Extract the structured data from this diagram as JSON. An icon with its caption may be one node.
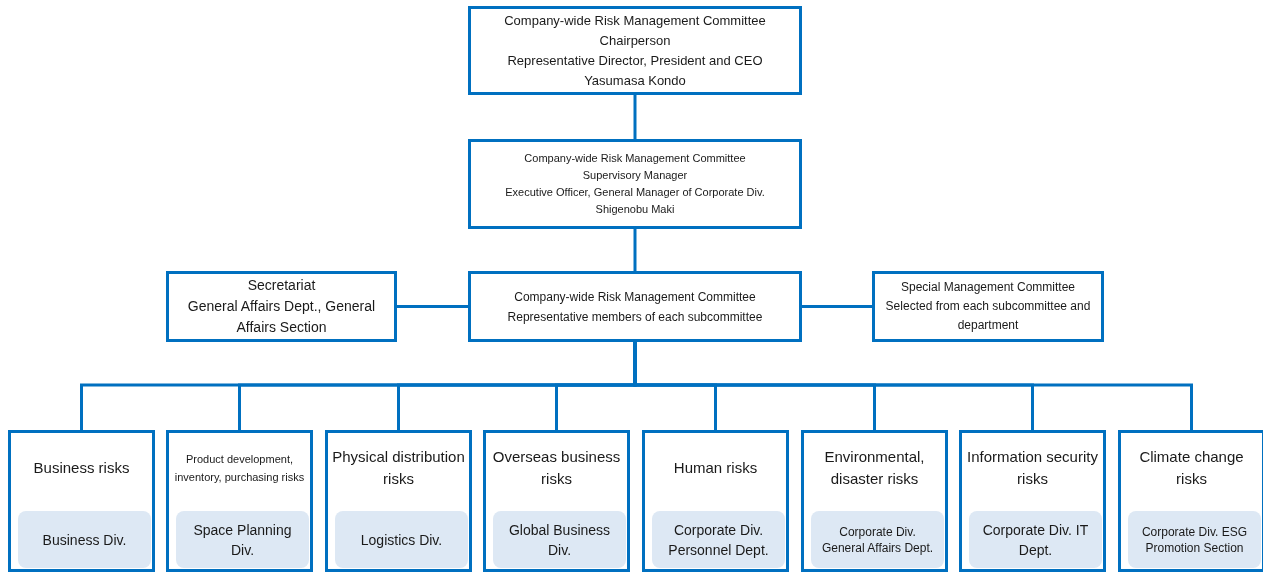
{
  "diagram": {
    "nodes": [
      {
        "text": [
          "Company-wide Risk Management Committee",
          "Chairperson",
          "Representative Director, President and CEO",
          "Yasumasa Kondo"
        ]
      },
      {
        "text": [
          "Company-wide Risk Management Committee",
          "Supervisory Manager",
          "Executive Officer, General Manager of Corporate Div.",
          "Shigenobu Maki"
        ]
      },
      {
        "text": [
          "Secretariat",
          "General Affairs Dept., General Affairs Section"
        ]
      },
      {
        "text": [
          "Company-wide Risk Management Committee",
          "Representative members of each subcommittee"
        ]
      },
      {
        "text": [
          "Special Management Committee",
          "Selected from each subcommittee and department"
        ]
      },
      {
        "text": [
          "Business risks"
        ]
      },
      {
        "text": [
          "Business Div."
        ],
        "in": 5
      },
      {
        "text": [
          "Product development, inventory, purchasing risks"
        ]
      },
      {
        "text": [
          "Space Planning Div."
        ],
        "in": 7
      },
      {
        "text": [
          "Physical distribution risks"
        ]
      },
      {
        "text": [
          "Logistics Div."
        ],
        "in": 9
      },
      {
        "text": [
          "Overseas business risks"
        ]
      },
      {
        "text": [
          "Global Business Div."
        ],
        "in": 11
      },
      {
        "text": [
          "Human risks"
        ]
      },
      {
        "text": [
          "Corporate Div. Personnel Dept."
        ],
        "in": 13
      },
      {
        "text": [
          "Environmental, disaster risks"
        ]
      },
      {
        "text": [
          "Corporate Div. General Affairs Dept."
        ],
        "in": 15
      },
      {
        "text": [
          "Information security risks"
        ]
      },
      {
        "text": [
          "Corporate Div. IT Dept."
        ],
        "in": 17
      },
      {
        "text": [
          "Climate change risks"
        ]
      },
      {
        "text": [
          "Corporate Div. ESG Promotion Section"
        ],
        "in": 19
      }
    ],
    "edges": [
      {
        "from": 0,
        "to": 1,
        "arrow": "none"
      },
      {
        "from": 1,
        "to": 3,
        "arrow": "none"
      },
      {
        "from": 3,
        "to": 2,
        "arrow": "none"
      },
      {
        "from": 3,
        "to": 4,
        "arrow": "none"
      },
      {
        "from": 3,
        "to": 5,
        "arrow": "none"
      },
      {
        "from": 3,
        "to": 7,
        "arrow": "none"
      },
      {
        "from": 3,
        "to": 9,
        "arrow": "none"
      },
      {
        "from": 3,
        "to": 11,
        "arrow": "none"
      },
      {
        "from": 3,
        "to": 13,
        "arrow": "none"
      },
      {
        "from": 3,
        "to": 15,
        "arrow": "none"
      },
      {
        "from": 3,
        "to": 17,
        "arrow": "none"
      },
      {
        "from": 3,
        "to": 19,
        "arrow": "none"
      }
    ]
  }
}
